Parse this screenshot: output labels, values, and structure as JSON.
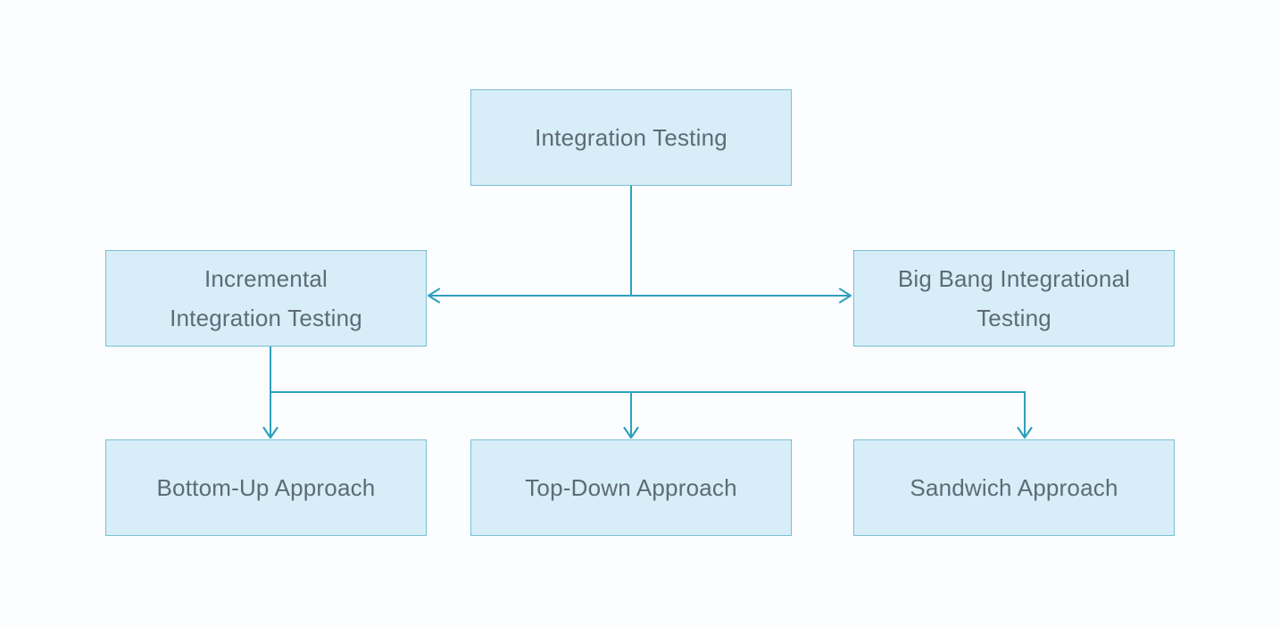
{
  "diagram": {
    "type": "flowchart",
    "nodes": [
      {
        "id": "integration-testing",
        "label": "Integration Testing"
      },
      {
        "id": "incremental-integration-testing",
        "label": "Incremental\nIntegration Testing"
      },
      {
        "id": "big-bang-integrational-testing",
        "label": "Big Bang Integrational\nTesting"
      },
      {
        "id": "bottom-up-approach",
        "label": "Bottom-Up Approach"
      },
      {
        "id": "top-down-approach",
        "label": "Top-Down Approach"
      },
      {
        "id": "sandwich-approach",
        "label": "Sandwich Approach"
      }
    ],
    "edges": [
      {
        "from": "Integration Testing",
        "to": "Incremental Integration Testing",
        "arrow": "chevron"
      },
      {
        "from": "Integration Testing",
        "to": "Big Bang Integrational Testing",
        "arrow": "chevron"
      },
      {
        "from": "Incremental Integration Testing",
        "to": "Bottom-Up Approach",
        "arrow": "chevron"
      },
      {
        "from": "Incremental Integration Testing",
        "to": "Top-Down Approach",
        "arrow": "chevron"
      },
      {
        "from": "Incremental Integration Testing",
        "to": "Sandwich Approach",
        "arrow": "chevron"
      }
    ],
    "colors": {
      "canvas_bg": "#fbfdfe",
      "node_fill": "#d7eef8",
      "node_border": "#79bfd6",
      "connector": "#2fa0bd",
      "text": "#5d6b77"
    }
  }
}
